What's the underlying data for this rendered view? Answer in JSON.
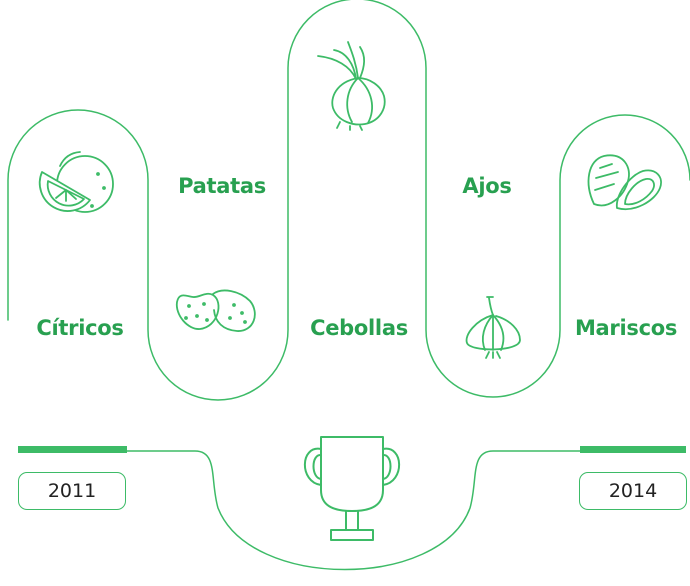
{
  "colors": {
    "accent": "#3dbb67",
    "accent_dark": "#28a050",
    "text": "#222222"
  },
  "items": [
    {
      "label": "Cítricos",
      "icon": "citrus-icon"
    },
    {
      "label": "Patatas",
      "icon": "potato-icon"
    },
    {
      "label": "Cebollas",
      "icon": "onion-icon"
    },
    {
      "label": "Ajos",
      "icon": "garlic-icon"
    },
    {
      "label": "Mariscos",
      "icon": "mussel-icon"
    }
  ],
  "timeline": {
    "start_year": "2011",
    "end_year": "2014",
    "center_icon": "trophy-icon"
  }
}
